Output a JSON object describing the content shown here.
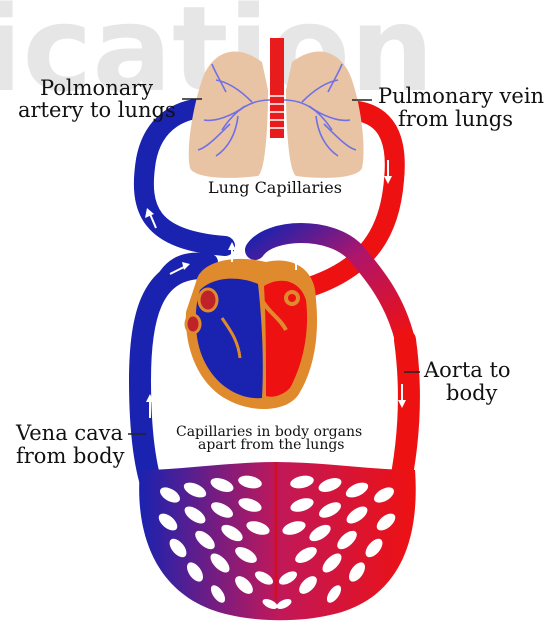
{
  "watermark": "ication",
  "labels": {
    "pulmonary_artery": [
      "Polmonary",
      "artery to lungs"
    ],
    "pulmonary_vein": [
      "Pulmonary vein",
      "from lungs"
    ],
    "lung_capillaries": "Lung Capillaries",
    "aorta": [
      "Aorta to",
      "body"
    ],
    "vena_cava": [
      "Vena cava",
      "from body"
    ],
    "body_capillaries": [
      "Capillaries in body  organs",
      "apart from the lungs"
    ]
  },
  "colors": {
    "oxygenated": "#ee1111",
    "deoxygenated": "#1a22b0",
    "lung_tissue": "#e8c4a4",
    "lung_vessels": "#7070e6",
    "heart_wall": "#e08a2e"
  }
}
